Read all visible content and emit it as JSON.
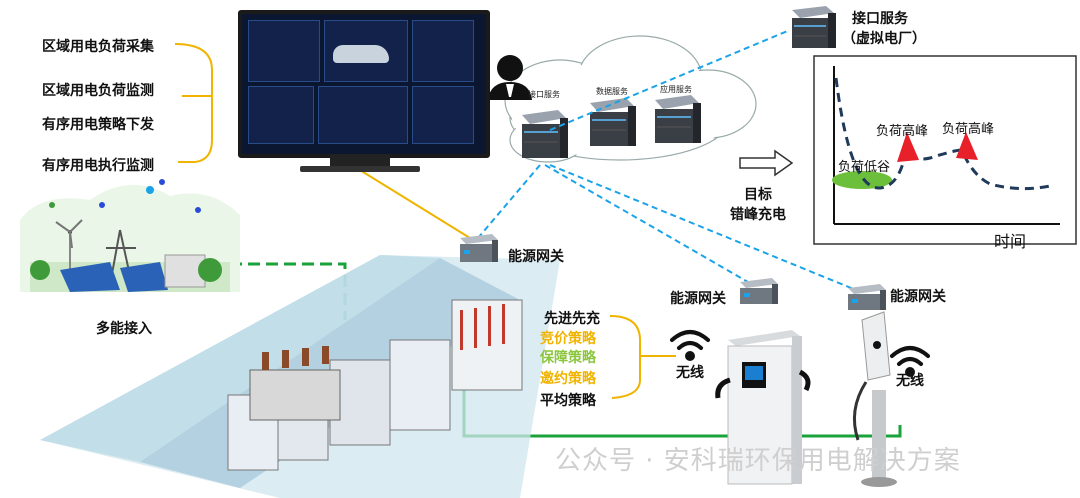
{
  "left_labels": [
    "区域用电负荷采集",
    "区域用电负荷监测",
    "有序用电策略下发",
    "有序用电执行监测"
  ],
  "multi_energy_label": "多能接入",
  "cloud_services": [
    "接口服务",
    "数据服务",
    "应用服务"
  ],
  "interface_service": {
    "line1": "接口服务",
    "line2": "（虚拟电厂）"
  },
  "gateways": {
    "main": "能源网关",
    "charger1": "能源网关",
    "charger2": "能源网关"
  },
  "strategies": [
    {
      "text": "先进先充",
      "color": "#111111"
    },
    {
      "text": "竞价策略",
      "color": "#f0b400"
    },
    {
      "text": "保障策略",
      "color": "#8cc63f"
    },
    {
      "text": "邀约策略",
      "color": "#f0b400"
    },
    {
      "text": "平均策略",
      "color": "#111111"
    }
  ],
  "wireless": [
    "无线",
    "无线"
  ],
  "target": {
    "line1": "目标",
    "line2": "错峰充电"
  },
  "load_chart": {
    "valley": "负荷低谷",
    "peak1": "负荷高峰",
    "peak2": "负荷高峰",
    "x_axis": "时间"
  },
  "watermark": "公众号 · 安科瑞环保用电解决方案",
  "colors": {
    "accent_yellow": "#f0b400",
    "accent_green": "#8cc63f",
    "link_blue": "#1aa3e8",
    "green_wire": "#1aa33a",
    "peak_red": "#e8202a"
  }
}
